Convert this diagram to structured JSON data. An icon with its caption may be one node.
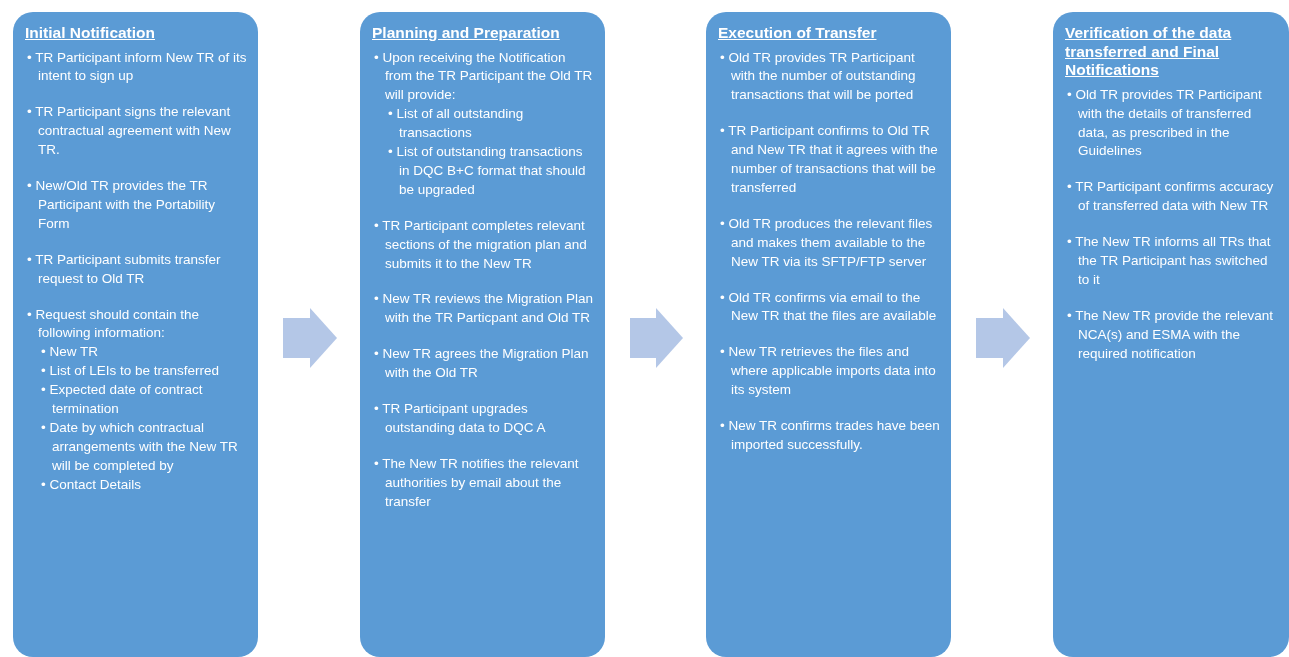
{
  "diagram": {
    "nodes": [
      {
        "text": [
          "Initial Notification",
          "• TR Participant inform New TR of its intent to sign up",
          "• TR Participant signs the relevant contractual agreement with New TR.",
          "• New/Old TR provides the TR Participant with the Portability Form",
          "• TR Participant submits transfer request to Old TR",
          "• Request should contain the following information:",
          "• New TR",
          "• List of LEIs to be transferred",
          "• Expected date of  contract termination",
          "• Date by which contractual arrangements with the New TR will be completed by",
          "• Contact Details"
        ]
      },
      {
        "text": [
          "Planning and Preparation",
          "• Upon receiving the Notification from the TR Participant the Old TR will provide:",
          "• List of all outstanding transactions",
          "• List of outstanding transactions in DQC B+C format that should be upgraded",
          "• TR Participant completes relevant sections of the migration plan and submits it to the New TR",
          "• New TR reviews the Migration Plan with the TR Particpant and Old TR",
          "• New TR agrees the Migration Plan with the Old TR",
          "• TR Participant upgrades outstanding data to DQC A",
          "• The New TR notifies the relevant authorities by email about the transfer"
        ]
      },
      {
        "text": [
          "Execution of Transfer",
          "• Old TR provides TR Participant with the number of outstanding transactions that will be ported",
          "• TR Participant confirms to Old TR and New TR that it agrees with the number of transactions that will be transferred",
          "• Old TR produces the relevant files and makes them available to the New TR via its SFTP/FTP server",
          "• Old TR confirms via email to the New TR that the files are available",
          "• New TR retrieves the files and where applicable imports data into its system",
          "• New TR confirms trades have been imported successfully."
        ]
      },
      {
        "text": [
          "Verification of  the data transferred and Final Notifications",
          "• Old TR provides TR Participant with the details of transferred data, as prescribed in the Guidelines",
          "• TR Participant confirms accuracy of transferred data with New TR",
          "• The New TR informs all  TRs that the TR Participant has switched to it",
          "• The New TR  provide the relevant  NCA(s) and ESMA with the required notification"
        ]
      }
    ],
    "edges": [
      {
        "from": 0,
        "to": 1,
        "arrow": "to"
      },
      {
        "from": 1,
        "to": 2,
        "arrow": "to"
      },
      {
        "from": 2,
        "to": 3,
        "arrow": "to"
      }
    ]
  }
}
